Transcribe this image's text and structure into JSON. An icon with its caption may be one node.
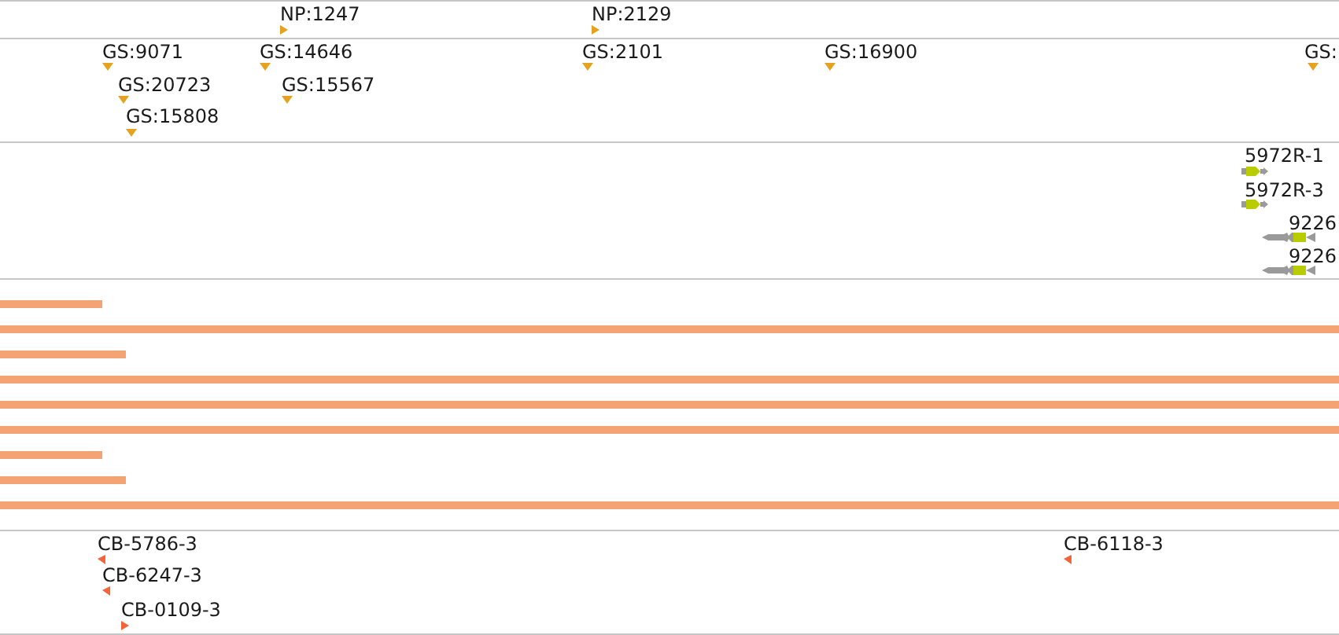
{
  "diagram": {
    "labels": [
      "NP:1247",
      "NP:2129",
      "GS:9071",
      "GS:14646",
      "GS:2101",
      "GS:16900",
      "GS:",
      "GS:20723",
      "GS:15567",
      "GS:15808",
      "5972R-1",
      "5972R-3",
      "9226",
      "9226",
      "CB-5786-3",
      "CB-6118-3",
      "CB-6247-3",
      "CB-0109-3"
    ]
  }
}
